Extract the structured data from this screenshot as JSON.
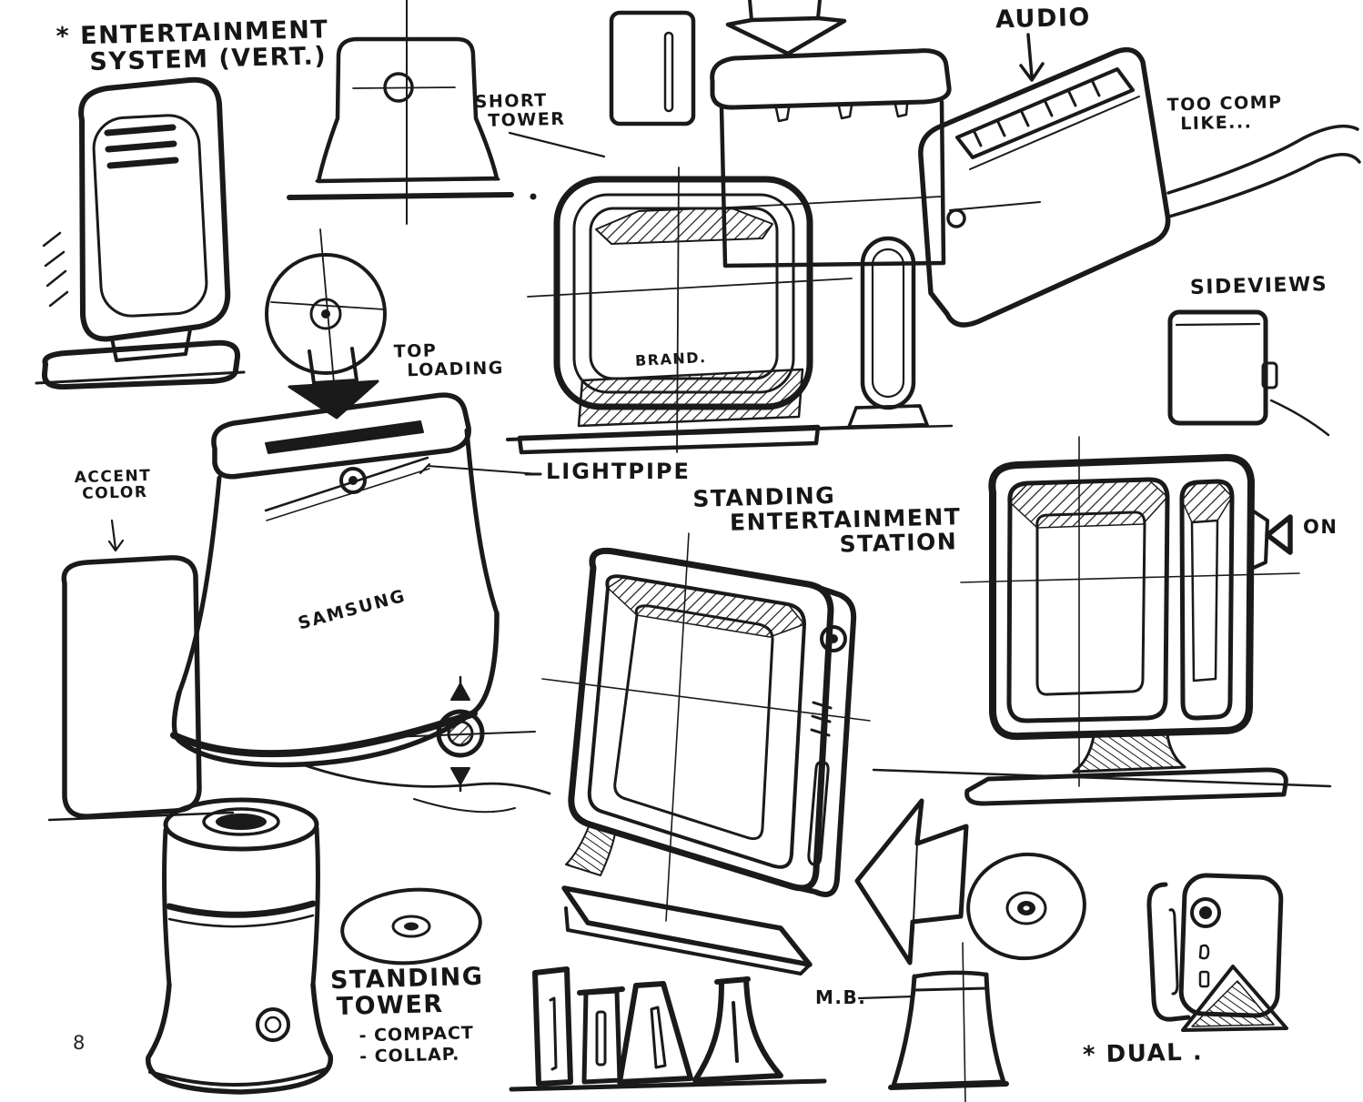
{
  "page": {
    "number": "8",
    "paper_color": "#ffffff",
    "ink_color": "#1a1a1a"
  },
  "labels": {
    "entertainment_system": {
      "line1": "* ENTERTAINMENT",
      "line2": "SYSTEM (VERT.)"
    },
    "short_tower": {
      "line1": "SHORT",
      "line2": "TOWER"
    },
    "audio": {
      "text": "AUDIO"
    },
    "too_comp": {
      "line1": "TOO COMP",
      "line2": "LIKE..."
    },
    "sideviews": {
      "text": "SIDEVIEWS"
    },
    "top_loading": {
      "line1": "TOP",
      "line2": "LOADING"
    },
    "lightpipe": {
      "text": "LIGHTPIPE"
    },
    "accent_color": {
      "line1": "ACCENT",
      "line2": "COLOR"
    },
    "standing_station": {
      "line1": "STANDING",
      "line2": "ENTERTAINMENT",
      "line3": "STATION"
    },
    "on": {
      "text": "ON"
    },
    "standing_tower": {
      "line1": "STANDING",
      "line2": "TOWER",
      "bullet1": "- COMPACT",
      "bullet2": "- COLLAP."
    },
    "mb": {
      "text": "M.B."
    },
    "dual": {
      "text": "* DUAL ."
    },
    "samsung_logo": {
      "text": "SAMSUNG"
    },
    "brand_logo": {
      "text": "BRAND."
    }
  }
}
